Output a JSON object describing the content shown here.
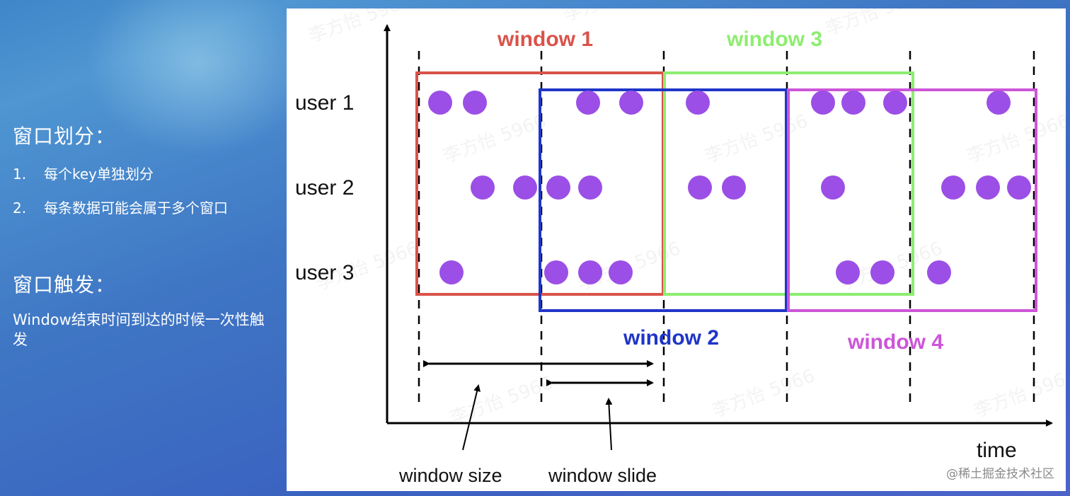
{
  "left_panel": {
    "heading1": "窗口划分：",
    "list": [
      {
        "num": "1.",
        "text": "每个key单独划分"
      },
      {
        "num": "2.",
        "text": "每条数据可能会属于多个窗口"
      }
    ],
    "heading2": "窗口触发：",
    "desc": "Window结束时间到达的时候一次性触发"
  },
  "diagram": {
    "users": [
      "user 1",
      "user 2",
      "user 3"
    ],
    "windows": [
      {
        "label": "window 1",
        "color": "#d9534a"
      },
      {
        "label": "window 2",
        "color": "#1f35c8"
      },
      {
        "label": "window 3",
        "color": "#8ded70"
      },
      {
        "label": "window 4",
        "color": "#cc55d8"
      }
    ],
    "dot_color": "#9b4fe6",
    "time_label": "time",
    "window_size_label": "window size",
    "window_slide_label": "window slide",
    "watermark_repeat": "李方怡 5966"
  },
  "footer_watermark": "@稀土掘金技术社区"
}
